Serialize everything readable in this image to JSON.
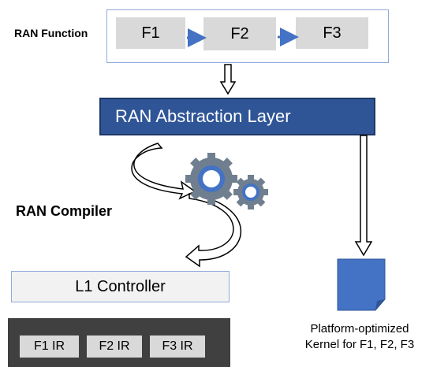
{
  "ran_function": {
    "label": "RAN Function",
    "blocks": [
      "F1",
      "F2",
      "F3"
    ]
  },
  "abstraction_layer": "RAN Abstraction Layer",
  "compiler": {
    "label": "RAN Compiler",
    "icon": "gears-icon"
  },
  "l1_controller": "L1 Controller",
  "ir_blocks": [
    "F1 IR",
    "F2 IR",
    "F3 IR"
  ],
  "kernel": {
    "line1": "Platform-optimized",
    "line2": "Kernel for F1, F2, F3"
  },
  "colors": {
    "abstraction_fill": "#2f5597",
    "kernel_fill": "#4472c4",
    "block_fill": "#d9d9d9",
    "ir_panel": "#404040",
    "arrow_blue": "#4472c4"
  }
}
